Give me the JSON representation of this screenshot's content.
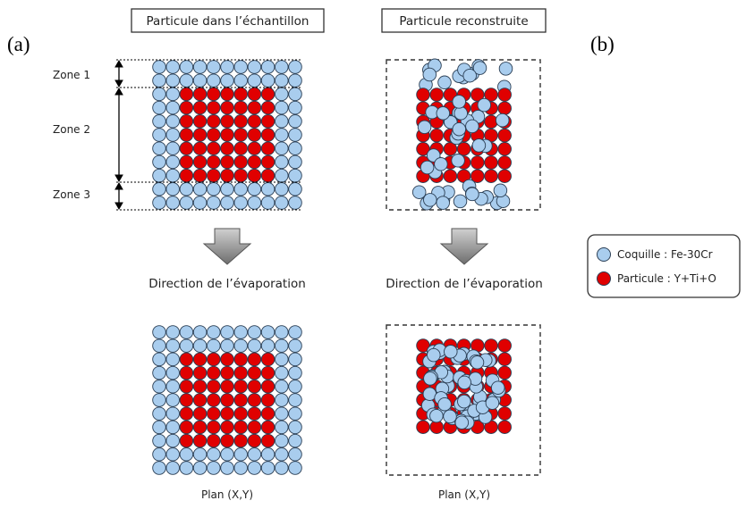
{
  "panel_a": {
    "letter": "(a)",
    "title": "Particule dans l’échantillon",
    "zones": [
      "Zone 1",
      "Zone 2",
      "Zone 3"
    ],
    "direction_label": "Direction de l’évaporation",
    "plane_label": "Plan (X,Y)"
  },
  "panel_b": {
    "letter": "(b)",
    "title": "Particule reconstruite",
    "direction_label": "Direction de l’évaporation",
    "plane_label": "Plan (X,Y)"
  },
  "legend": {
    "items": [
      {
        "label": "Coquille : Fe-30Cr",
        "color": "#a9cdee"
      },
      {
        "label": "Particule : Y+Ti+O",
        "color": "#e00000"
      }
    ]
  },
  "colors": {
    "shell": "#a9cdee",
    "particle": "#e00000",
    "stroke": "#2b3f55",
    "arrow": "#8c8c8c"
  }
}
